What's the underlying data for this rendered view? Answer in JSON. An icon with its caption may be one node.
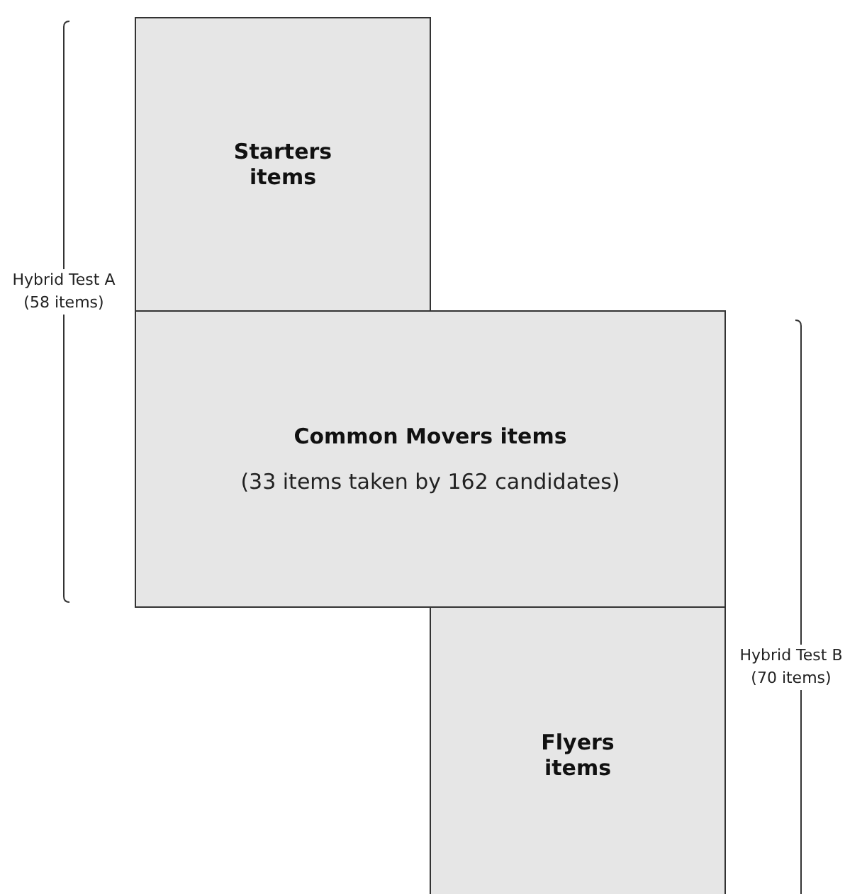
{
  "diagram": {
    "nodes": [
      {
        "text": [
          "Starters items"
        ]
      },
      {
        "text": [
          "Common Movers items",
          "(33 items taken by 162 candidates)"
        ]
      },
      {
        "text": [
          "Flyers items"
        ]
      }
    ],
    "labels": [
      "Hybrid Test A (58 items)",
      "Hybrid Test B (70 items)"
    ]
  }
}
